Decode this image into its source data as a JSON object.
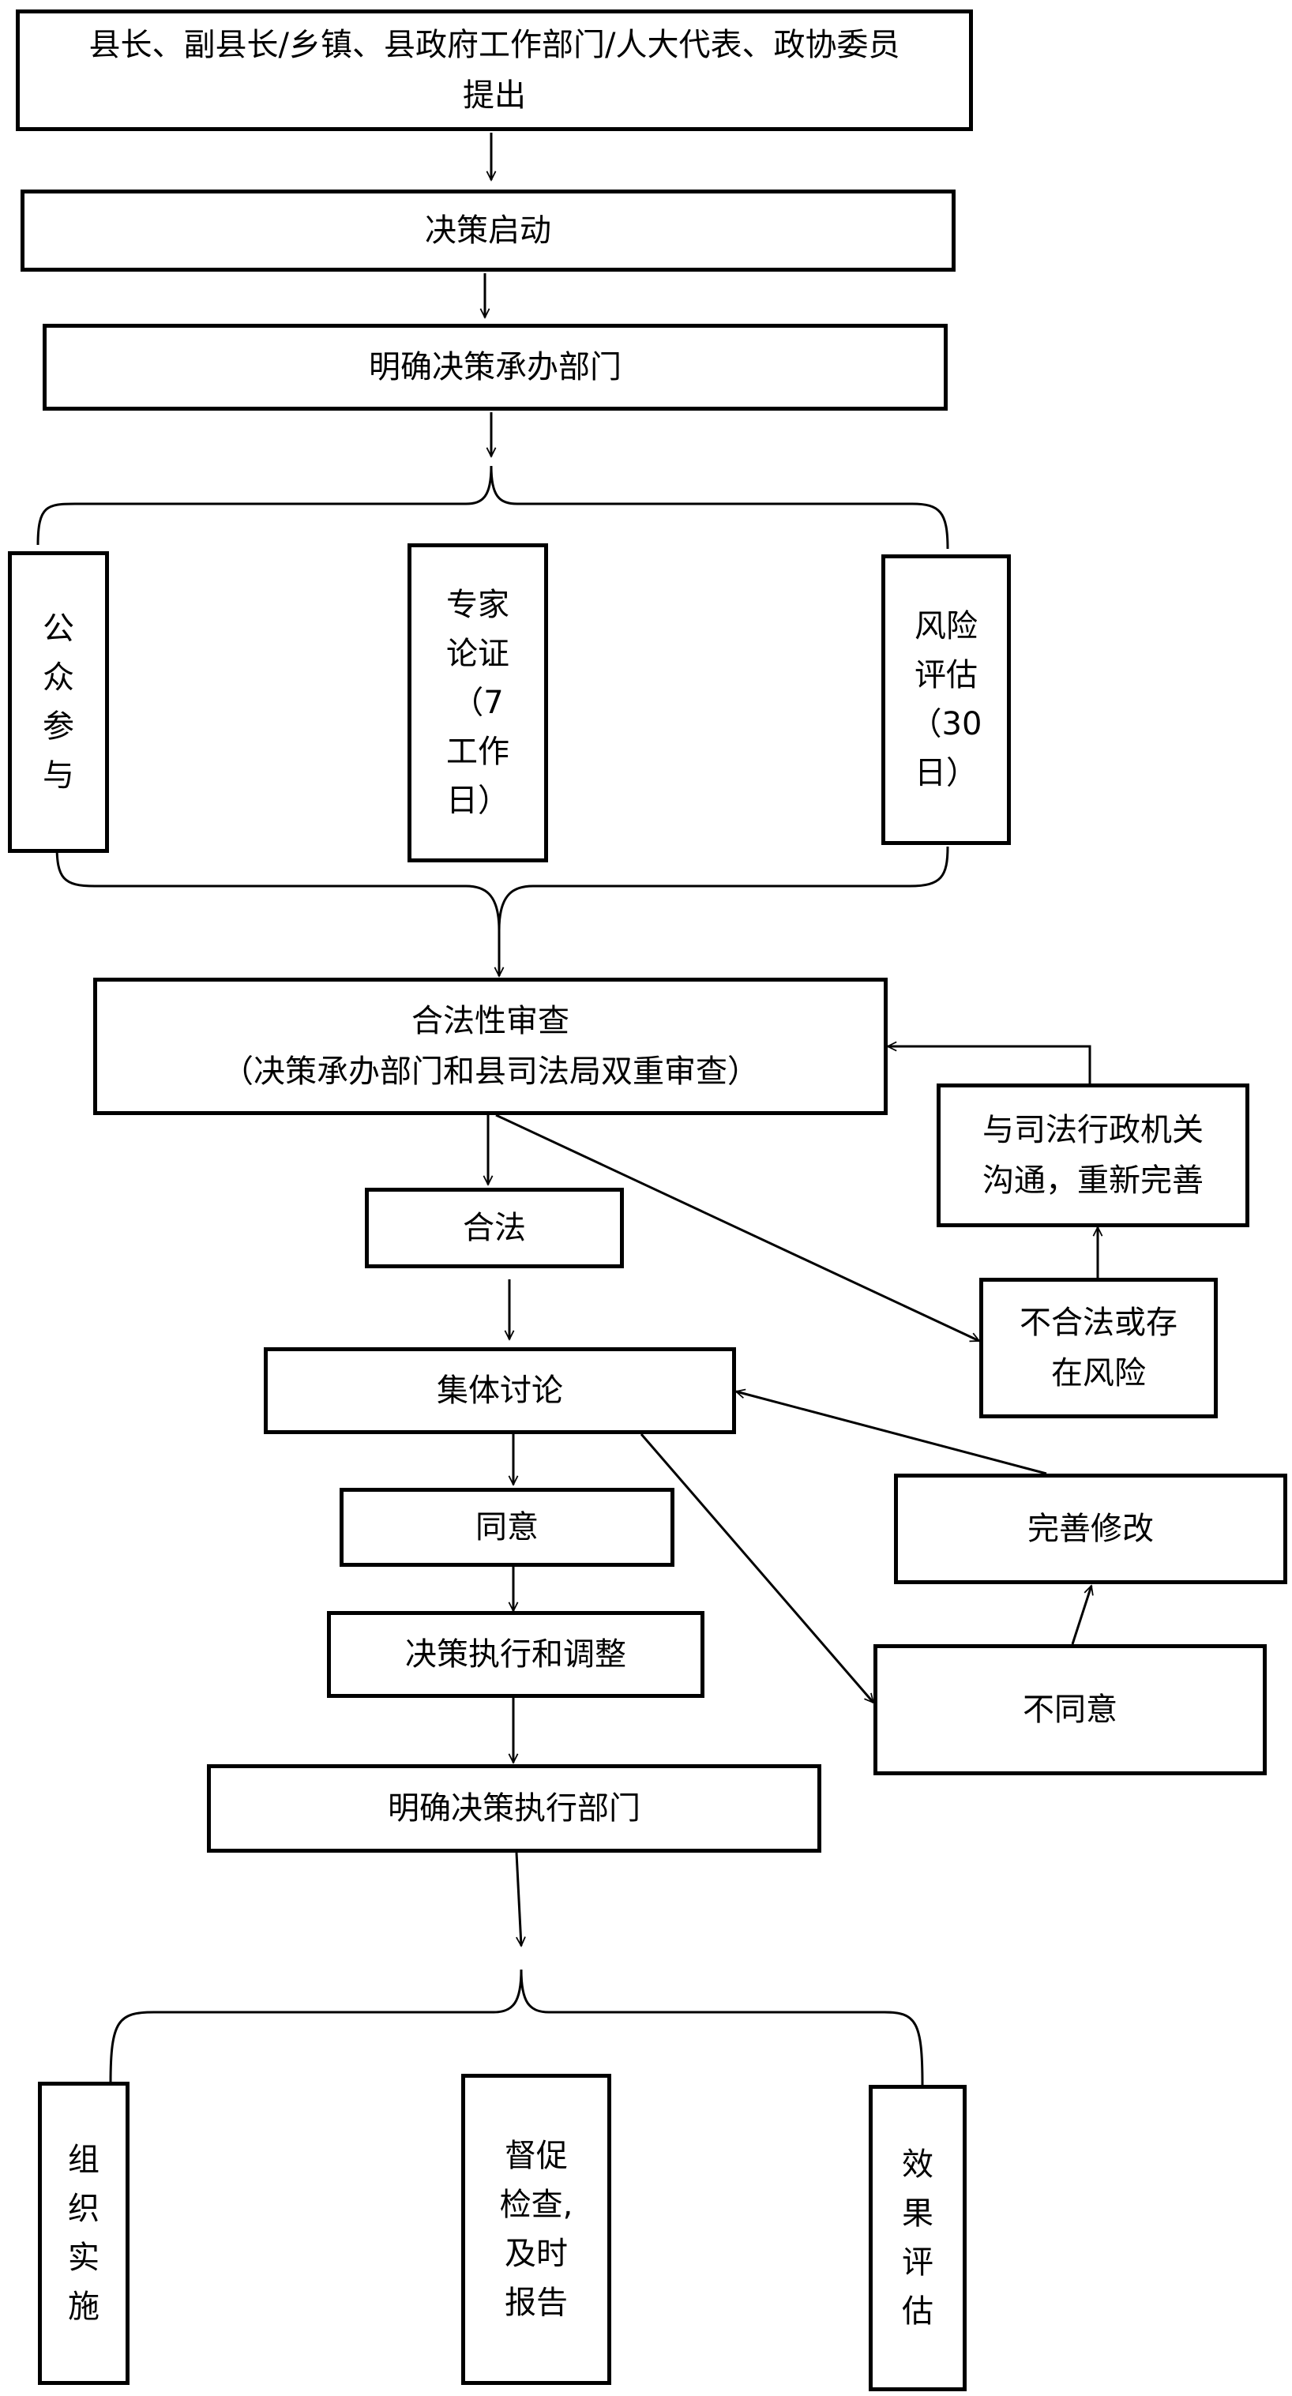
{
  "nodes": {
    "proposer": {
      "line1": "县长、副县长/乡镇、县政府工作部门/人大代表、政协委员",
      "line2": "提出"
    },
    "start": {
      "label": "决策启动"
    },
    "dept": {
      "label": "明确决策承办部门"
    },
    "public": {
      "lines": [
        "公",
        "众",
        "参",
        "与"
      ]
    },
    "expert": {
      "lines": [
        "专家",
        "论证",
        "（7",
        "工作",
        "日）"
      ]
    },
    "risk": {
      "lines": [
        "风险",
        "评估",
        "（30",
        "日）"
      ]
    },
    "legal_review": {
      "line1": "合法性审查",
      "line2": "（决策承办部门和县司法局双重审查）"
    },
    "legal": {
      "label": "合法"
    },
    "communicate": {
      "line1": "与司法行政机关",
      "line2": "沟通，重新完善"
    },
    "illegal": {
      "line1": "不合法或存",
      "line2": "在风险"
    },
    "discussion": {
      "label": "集体讨论"
    },
    "agree": {
      "label": "同意"
    },
    "improve": {
      "label": "完善修改"
    },
    "execute": {
      "label": "决策执行和调整"
    },
    "disagree": {
      "label": "不同意"
    },
    "exec_dept": {
      "label": "明确决策执行部门"
    },
    "organize": {
      "lines": [
        "组",
        "织",
        "实",
        "施"
      ]
    },
    "supervise": {
      "lines": [
        "督促",
        "检查,",
        "及时",
        "报告"
      ]
    },
    "evaluate": {
      "lines": [
        "效",
        "果",
        "评",
        "估"
      ]
    }
  }
}
